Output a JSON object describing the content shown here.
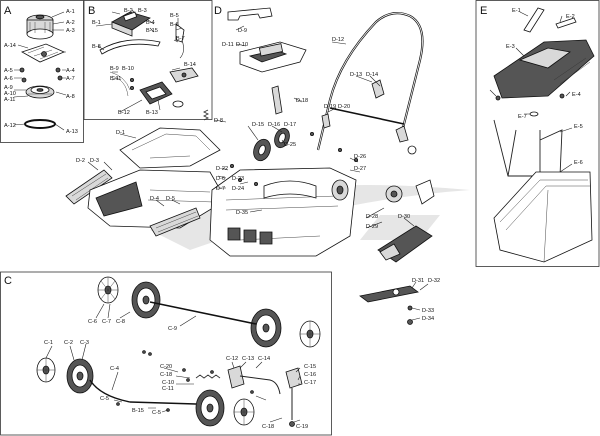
{
  "sections": {
    "A": {
      "label": "A",
      "parts": [
        "A-1",
        "A-2",
        "A-3",
        "A-14",
        "A-4",
        "A-5",
        "A-6",
        "A-7",
        "A-9",
        "A-10",
        "A-11",
        "A-8",
        "A-12",
        "A-13"
      ]
    },
    "B": {
      "label": "B",
      "parts": [
        "B-2",
        "B-3",
        "B-1",
        "B-4",
        "B-5",
        "B-6",
        "B-15",
        "B-7",
        "B-8",
        "B-9",
        "B-10",
        "B-11",
        "B-14",
        "B-12",
        "B-13"
      ]
    },
    "D": {
      "label": "D",
      "parts": [
        "D-9",
        "D-11",
        "D-10",
        "D-12",
        "D-13",
        "D-14",
        "D-18",
        "D-19",
        "D-20",
        "D-8",
        "D-15",
        "D-16",
        "D-17",
        "D-1",
        "D-2",
        "D-3",
        "D-22",
        "D-6",
        "D-23",
        "D-24",
        "D-7",
        "D-4",
        "D-5",
        "D-25",
        "D-26",
        "D-27",
        "D-35",
        "D-28",
        "D-29",
        "D-30",
        "D-31",
        "D-32",
        "D-33",
        "D-34"
      ]
    },
    "E": {
      "label": "E",
      "parts": [
        "E-1",
        "E-2",
        "E-3",
        "E-4",
        "E-7",
        "E-5",
        "E-6"
      ]
    },
    "C": {
      "label": "C",
      "parts": [
        "C-6",
        "C-7",
        "C-8",
        "C-9",
        "C-1",
        "C-2",
        "C-3",
        "C-20",
        "C-12",
        "C-13",
        "C-14",
        "C-18",
        "C-10",
        "C-11",
        "C-4",
        "C-15",
        "C-16",
        "C-17",
        "C-5",
        "B-15",
        "C-5b",
        "C-18b",
        "C-19"
      ]
    }
  },
  "icons": [
    "motor-icon",
    "battery-icon",
    "wheel-icon",
    "handle-icon",
    "blade-icon",
    "grass-bag-icon",
    "deck-icon"
  ]
}
